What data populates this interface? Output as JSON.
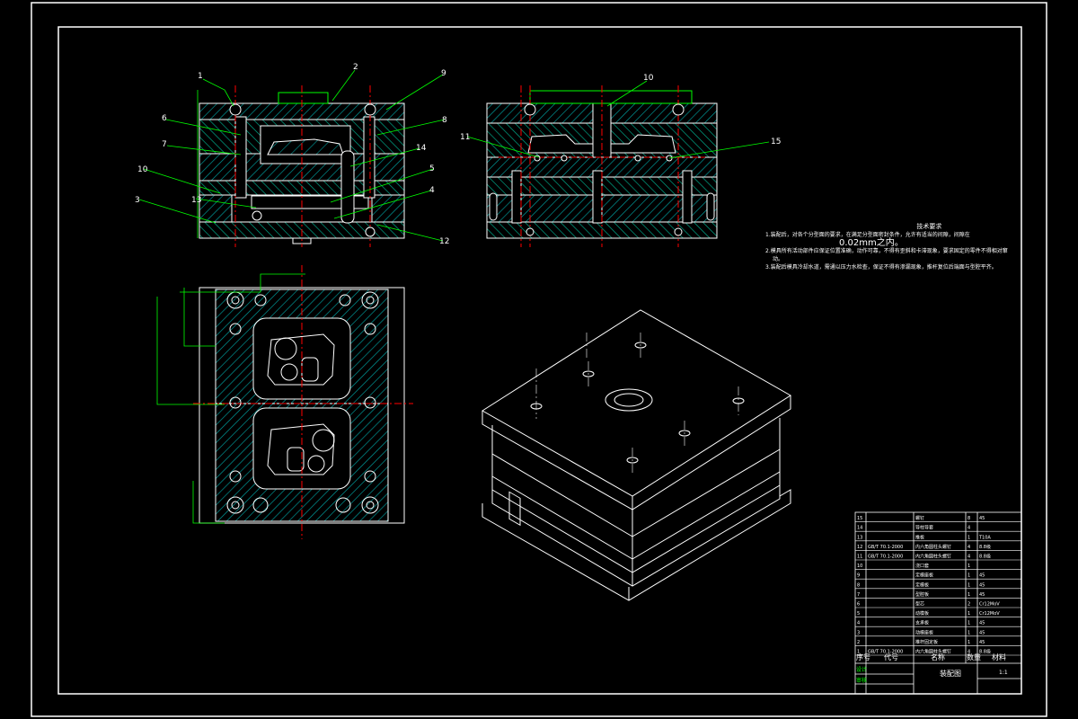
{
  "colors": {
    "background": "#000000",
    "frame": "#ffffff",
    "outline": "#ffffff",
    "hatch": "#00a0a0",
    "hatch_alt": "#00c080",
    "leader": "#00ff00",
    "centerline": "#ff0000",
    "text": "#ffffff"
  },
  "front_view": {
    "part_labels_left": [
      "1",
      "6",
      "7",
      "10",
      "13",
      "3"
    ],
    "part_labels_top": [
      "2",
      "9"
    ],
    "part_labels_right": [
      "8",
      "14",
      "5",
      "4",
      "12"
    ]
  },
  "side_view": {
    "part_labels": [
      "10",
      "11",
      "15"
    ]
  },
  "technical_notes": {
    "title": "技术要求",
    "line1": "1.装配后，对各个分型面的要求，在满足分型面密封条件，允许有适当的间隙，间隙在",
    "line1b": "0.02mm之内。",
    "line2": "2.模具所有活动部件应保证位置准确，动作可靠，不得有歪斜和卡滞现象，要求固定的零件不得相对窜",
    "line2b": "动。",
    "line3": "3.装配后模具冷却水道，需通以压力水检查，保证不得有渗漏现象，推杆复位后端面与型腔平齐。"
  },
  "bom": {
    "rows": [
      {
        "no": "15",
        "code": "",
        "name": "螺钉",
        "qty": "8",
        "material": "45"
      },
      {
        "no": "14",
        "code": "",
        "name": "导柱导套",
        "qty": "4",
        "material": ""
      },
      {
        "no": "13",
        "code": "",
        "name": "推板",
        "qty": "1",
        "material": "T10A"
      },
      {
        "no": "12",
        "code": "GB/T 70.1-2000",
        "name": "内六角圆柱头螺钉",
        "qty": "4",
        "material": "8.8级"
      },
      {
        "no": "11",
        "code": "GB/T 70.1-2000",
        "name": "内六角圆柱头螺钉",
        "qty": "4",
        "material": "8.8级"
      },
      {
        "no": "10",
        "code": "",
        "name": "浇口套",
        "qty": "1",
        "material": ""
      },
      {
        "no": "9",
        "code": "",
        "name": "定模座板",
        "qty": "1",
        "material": "45"
      },
      {
        "no": "8",
        "code": "",
        "name": "定模板",
        "qty": "1",
        "material": "45"
      },
      {
        "no": "7",
        "code": "",
        "name": "型腔板",
        "qty": "1",
        "material": "45"
      },
      {
        "no": "6",
        "code": "",
        "name": "型芯",
        "qty": "2",
        "material": "Cr12MoV"
      },
      {
        "no": "5",
        "code": "",
        "name": "动模板",
        "qty": "1",
        "material": "Cr12MoV"
      },
      {
        "no": "4",
        "code": "",
        "name": "支承板",
        "qty": "1",
        "material": "45"
      },
      {
        "no": "3",
        "code": "",
        "name": "动模座板",
        "qty": "1",
        "material": "45"
      },
      {
        "no": "2",
        "code": "",
        "name": "推杆固定板",
        "qty": "1",
        "material": "45"
      },
      {
        "no": "1",
        "code": "GB/T 70.1-2000",
        "name": "内六角圆柱头螺钉",
        "qty": "4",
        "material": "8.8级"
      }
    ],
    "header": {
      "no": "序号",
      "code": "代号",
      "name": "名称",
      "qty": "数量",
      "material": "材料"
    },
    "title_cell": "装配图",
    "scale": "1:1",
    "designer_label": "设计",
    "checker_label": "审核"
  }
}
